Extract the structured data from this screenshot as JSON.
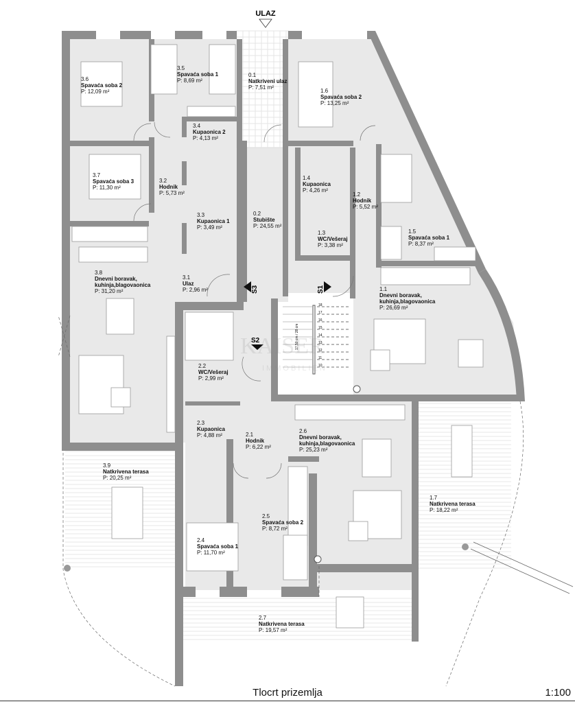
{
  "entrance_label": "ULAZ",
  "footer": {
    "title": "Tlocrt prizemlja",
    "scale": "1:100"
  },
  "watermark": {
    "line1": "KAISER",
    "line2": "IMMOBILIEN"
  },
  "section_marks": {
    "s1": "S1",
    "s2": "S2",
    "s3": "S3"
  },
  "stairs": {
    "steps_right": [
      "18",
      "17",
      "16",
      "15",
      "14",
      "13",
      "12",
      "11",
      "10"
    ],
    "dimension_note": "17,50 cm / 28 cm"
  },
  "rooms": [
    {
      "id": "0.1",
      "name": [
        "Natkriveni ulaz"
      ],
      "area": "P: 7,51 m²"
    },
    {
      "id": "3.6",
      "name": [
        "Spavaća soba 2"
      ],
      "area": "P: 12,09 m²"
    },
    {
      "id": "3.5",
      "name": [
        "Spavaća soba 1"
      ],
      "area": "P: 8,69 m²"
    },
    {
      "id": "1.6",
      "name": [
        "Spavaća soba 2"
      ],
      "area": "P: 13,25 m²"
    },
    {
      "id": "3.4",
      "name": [
        "Kupaonica 2"
      ],
      "area": "P: 4,13 m²"
    },
    {
      "id": "3.7",
      "name": [
        "Spavaća soba 3"
      ],
      "area": "P: 11,30 m²"
    },
    {
      "id": "3.2",
      "name": [
        "Hodnik"
      ],
      "area": "P: 5,73 m²"
    },
    {
      "id": "1.4",
      "name": [
        "Kupaonica"
      ],
      "area": "P: 4,26 m²"
    },
    {
      "id": "1.2",
      "name": [
        "Hodnik"
      ],
      "area": "P: 5,52 m²"
    },
    {
      "id": "3.3",
      "name": [
        "Kupaonica 1"
      ],
      "area": "P: 3,49 m²"
    },
    {
      "id": "0.2",
      "name": [
        "Stubište"
      ],
      "area": "P: 24,55 m²"
    },
    {
      "id": "1.5",
      "name": [
        "Spavaća soba 1"
      ],
      "area": "P: 8,37 m²"
    },
    {
      "id": "1.3",
      "name": [
        "WC/Vešeraj"
      ],
      "area": "P: 3,38 m²"
    },
    {
      "id": "3.8",
      "name": [
        "Dnevni boravak,",
        "kuhinja,blagovaonica"
      ],
      "area": "P: 31,20 m²"
    },
    {
      "id": "3.1",
      "name": [
        "Ulaz"
      ],
      "area": "P: 2,96 m²"
    },
    {
      "id": "1.1",
      "name": [
        "Dnevni boravak,",
        "kuhinja,blagovaonica"
      ],
      "area": "P: 26,69 m²"
    },
    {
      "id": "2.2",
      "name": [
        "WC/Vešeraj"
      ],
      "area": "P: 2,99 m²"
    },
    {
      "id": "2.3",
      "name": [
        "Kupaonica"
      ],
      "area": "P: 4,88 m²"
    },
    {
      "id": "2.1",
      "name": [
        "Hodnik"
      ],
      "area": "P: 6,22 m²"
    },
    {
      "id": "2.6",
      "name": [
        "Dnevni boravak,",
        "kuhinja,blagovaonica"
      ],
      "area": "P: 25,23 m²"
    },
    {
      "id": "3.9",
      "name": [
        "Natkrivena terasa"
      ],
      "area": "P: 20,25 m²"
    },
    {
      "id": "1.7",
      "name": [
        "Natkrivena terasa"
      ],
      "area": "P: 18,22 m²"
    },
    {
      "id": "2.5",
      "name": [
        "Spavaća soba 2"
      ],
      "area": "P: 8,72 m²"
    },
    {
      "id": "2.4",
      "name": [
        "Spavaća soba 1"
      ],
      "area": "P: 11,70 m²"
    },
    {
      "id": "2.7",
      "name": [
        "Natkrivena terasa"
      ],
      "area": "P: 19,57 m²"
    }
  ]
}
